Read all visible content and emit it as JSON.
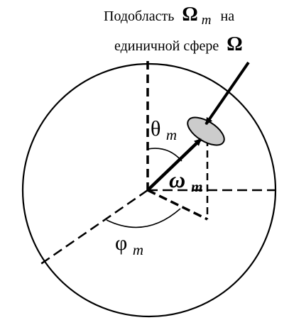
{
  "caption": {
    "line1_prefix": "Подобласть",
    "line1_symbol": "Ω",
    "line1_subscript": "m",
    "line1_suffix": "на",
    "line2_prefix": "единичной сфере",
    "line2_symbol": "Ω"
  },
  "labels": {
    "theta": "θ",
    "theta_sub": "m",
    "omega": "ω",
    "omega_sub": "m",
    "phi": "φ",
    "phi_sub": "m"
  },
  "colors": {
    "stroke": "#000000",
    "patch_fill": "#cccccc",
    "background": "#ffffff"
  }
}
